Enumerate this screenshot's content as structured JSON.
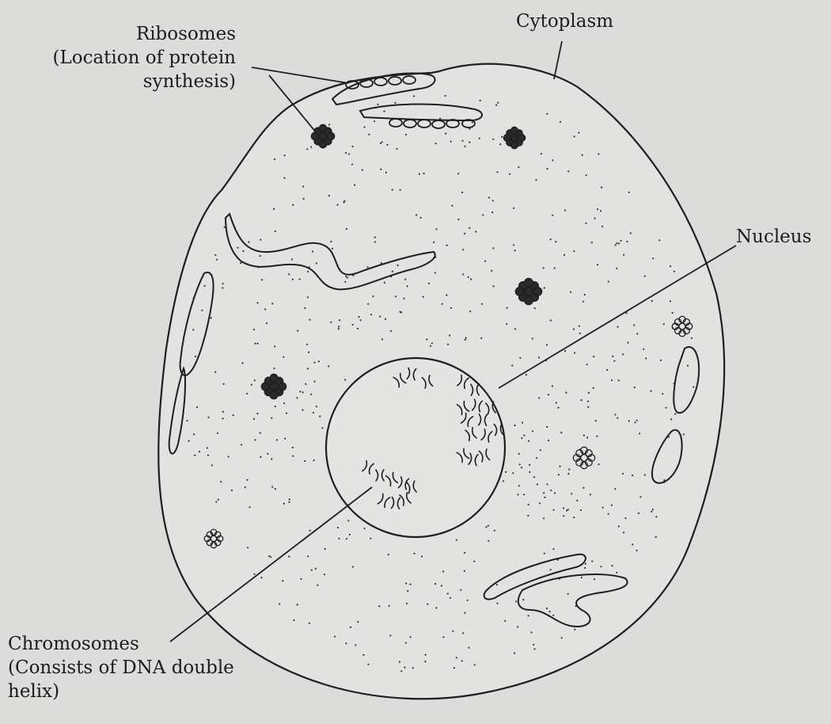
{
  "labels": {
    "ribosomes": {
      "title": "Ribosomes",
      "line1": "(Location of protein",
      "line2": "synthesis)"
    },
    "cytoplasm": "Cytoplasm",
    "nucleus": "Nucleus",
    "chromosomes": {
      "title": "Chromosomes",
      "line1": "(Consists of DNA double",
      "line2": "helix)"
    }
  },
  "colors": {
    "background": "#dcdcda",
    "ink": "#1e1e1e",
    "fill": "#e4e4e2"
  }
}
